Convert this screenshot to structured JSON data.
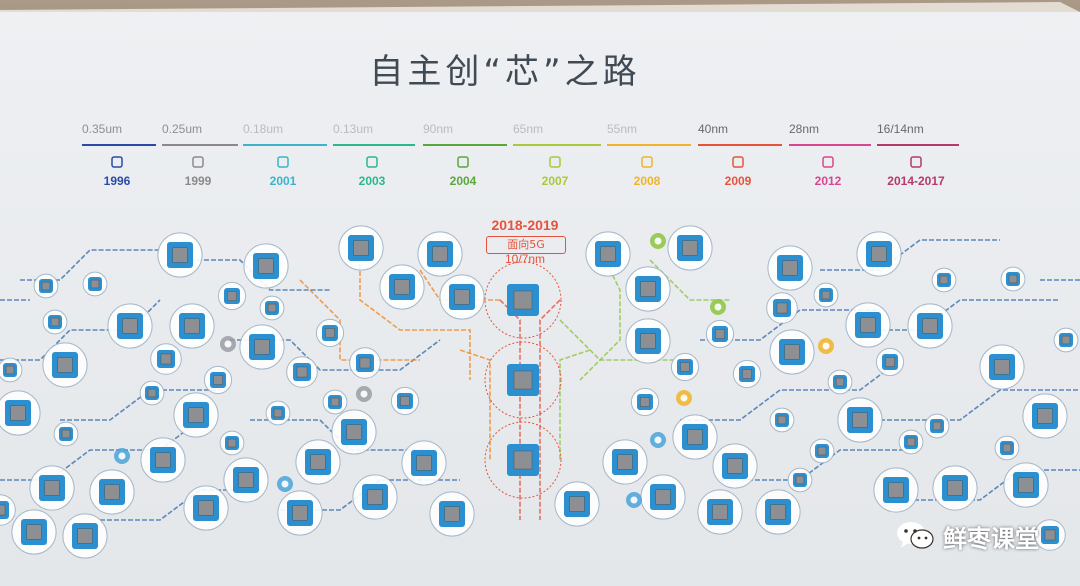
{
  "title": "自主创“芯”之路",
  "timeline": [
    {
      "node": "0.35um",
      "year": "1996",
      "color": "#2b4aa8"
    },
    {
      "node": "0.25um",
      "year": "1999",
      "color": "#8a8a8a"
    },
    {
      "node": "0.18um",
      "year": "2001",
      "color": "#3bb3c8"
    },
    {
      "node": "0.13um",
      "year": "2003",
      "color": "#2bb88a"
    },
    {
      "node": "90nm",
      "year": "2004",
      "color": "#5aa83c"
    },
    {
      "node": "65nm",
      "year": "2007",
      "color": "#a9c83a"
    },
    {
      "node": "55nm",
      "year": "2008",
      "color": "#f0b42a"
    },
    {
      "node": "40nm",
      "year": "2009",
      "color": "#e6533c"
    },
    {
      "node": "28nm",
      "year": "2012",
      "color": "#d9468f"
    },
    {
      "node": "16/14nm",
      "year": "2014-2017",
      "color": "#b33a6d"
    }
  ],
  "center": {
    "years": "2018-2019",
    "subtitle": "面向5G",
    "node": "10/7nm"
  },
  "watermark": {
    "text": "鲜枣课堂",
    "logo_icon": "wechat-icon"
  },
  "colors": {
    "wall": "#f4f5f7",
    "chip_blue": "#2b8fd0",
    "trace_blue": "#3a6fae",
    "trace_orange": "#f08a24",
    "trace_green": "#8cc63f"
  }
}
